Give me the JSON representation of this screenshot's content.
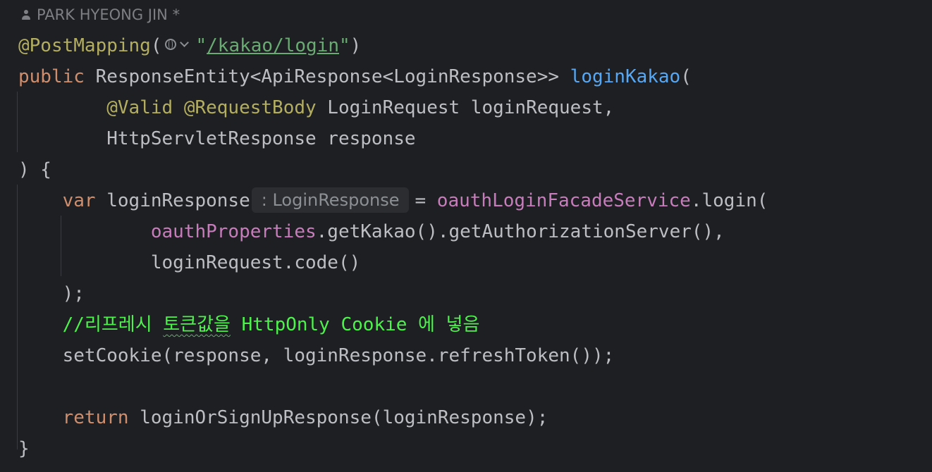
{
  "editor": {
    "author": "PARK HYEONG JIN *",
    "lines": {
      "l1": {
        "ann": "@PostMapping",
        "open": "(",
        "q1": "\"",
        "url": "/kakao/login",
        "q2": "\"",
        "close": ")"
      },
      "l2": {
        "kw": "public",
        "type": " ResponseEntity<ApiResponse<LoginResponse>> ",
        "method": "loginKakao",
        "open": "("
      },
      "l3": {
        "indent": "        ",
        "ann1": "@Valid",
        "sp": " ",
        "ann2": "@RequestBody",
        "rest": " LoginRequest loginRequest,"
      },
      "l4": {
        "text": "        HttpServletResponse response"
      },
      "l5": {
        "text": ") {"
      },
      "l6": {
        "indent": "    ",
        "kw": "var",
        "name": " loginResponse",
        "hint": ": LoginResponse",
        "eq": "= ",
        "field": "oauthLoginFacadeService",
        "rest": ".login("
      },
      "l7": {
        "indent": "            ",
        "field": "oauthProperties",
        "rest": ".getKakao().getAuthorizationServer(),"
      },
      "l8": {
        "text": "            loginRequest.code()"
      },
      "l9": {
        "text": "    );"
      },
      "l10": {
        "indent": "    ",
        "c1": "//리프레시 ",
        "c2": "토큰값을",
        "c3": " HttpOnly Cookie 에 넣음"
      },
      "l11": {
        "text": "    setCookie(response, loginResponse.refreshToken());"
      },
      "l13": {
        "indent": "    ",
        "kw": "return",
        "rest": " loginOrSignUpResponse(loginResponse);"
      },
      "l14": {
        "text": "}"
      }
    }
  }
}
